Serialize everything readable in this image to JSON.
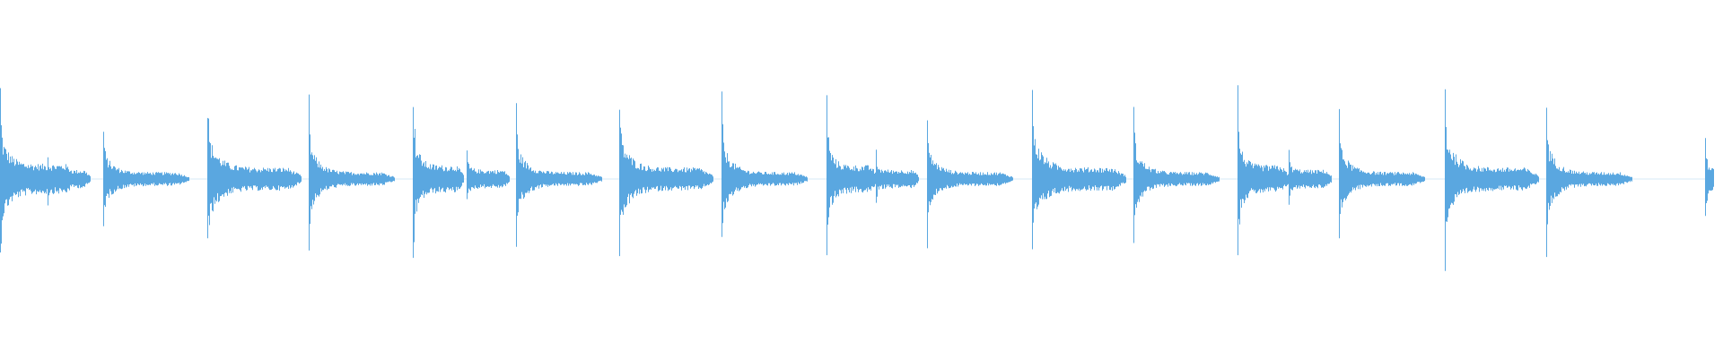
{
  "waveform": {
    "color": "#5aa7e0",
    "background": "#ffffff",
    "transients": [
      {
        "onset": 0.0,
        "peak": 0.93,
        "tail": 0.13,
        "decay_len": 0.045
      },
      {
        "onset": 0.028,
        "peak": 0.25,
        "tail": 0.08,
        "decay_len": 0.025
      },
      {
        "onset": 0.06,
        "peak": 0.55,
        "tail": 0.06,
        "decay_len": 0.05
      },
      {
        "onset": 0.121,
        "peak": 0.91,
        "tail": 0.1,
        "decay_len": 0.055
      },
      {
        "onset": 0.18,
        "peak": 0.74,
        "tail": 0.06,
        "decay_len": 0.05
      },
      {
        "onset": 0.241,
        "peak": 1.0,
        "tail": 0.12,
        "decay_len": 0.03
      },
      {
        "onset": 0.272,
        "peak": 0.3,
        "tail": 0.08,
        "decay_len": 0.025
      },
      {
        "onset": 0.301,
        "peak": 0.71,
        "tail": 0.06,
        "decay_len": 0.05
      },
      {
        "onset": 0.361,
        "peak": 0.9,
        "tail": 0.1,
        "decay_len": 0.055
      },
      {
        "onset": 0.421,
        "peak": 0.79,
        "tail": 0.06,
        "decay_len": 0.05
      },
      {
        "onset": 0.482,
        "peak": 0.87,
        "tail": 0.12,
        "decay_len": 0.03
      },
      {
        "onset": 0.511,
        "peak": 0.26,
        "tail": 0.08,
        "decay_len": 0.025
      },
      {
        "onset": 0.541,
        "peak": 0.64,
        "tail": 0.06,
        "decay_len": 0.05
      },
      {
        "onset": 0.602,
        "peak": 0.97,
        "tail": 0.1,
        "decay_len": 0.055
      },
      {
        "onset": 0.661,
        "peak": 0.7,
        "tail": 0.06,
        "decay_len": 0.05
      },
      {
        "onset": 0.722,
        "peak": 0.88,
        "tail": 0.12,
        "decay_len": 0.03
      },
      {
        "onset": 0.752,
        "peak": 0.3,
        "tail": 0.08,
        "decay_len": 0.025
      },
      {
        "onset": 0.781,
        "peak": 0.71,
        "tail": 0.06,
        "decay_len": 0.05
      },
      {
        "onset": 0.843,
        "peak": 0.93,
        "tail": 0.1,
        "decay_len": 0.055
      },
      {
        "onset": 0.902,
        "peak": 0.77,
        "tail": 0.06,
        "decay_len": 0.05
      },
      {
        "onset": 0.995,
        "peak": 0.48,
        "tail": 0.1,
        "decay_len": 0.01
      }
    ]
  }
}
